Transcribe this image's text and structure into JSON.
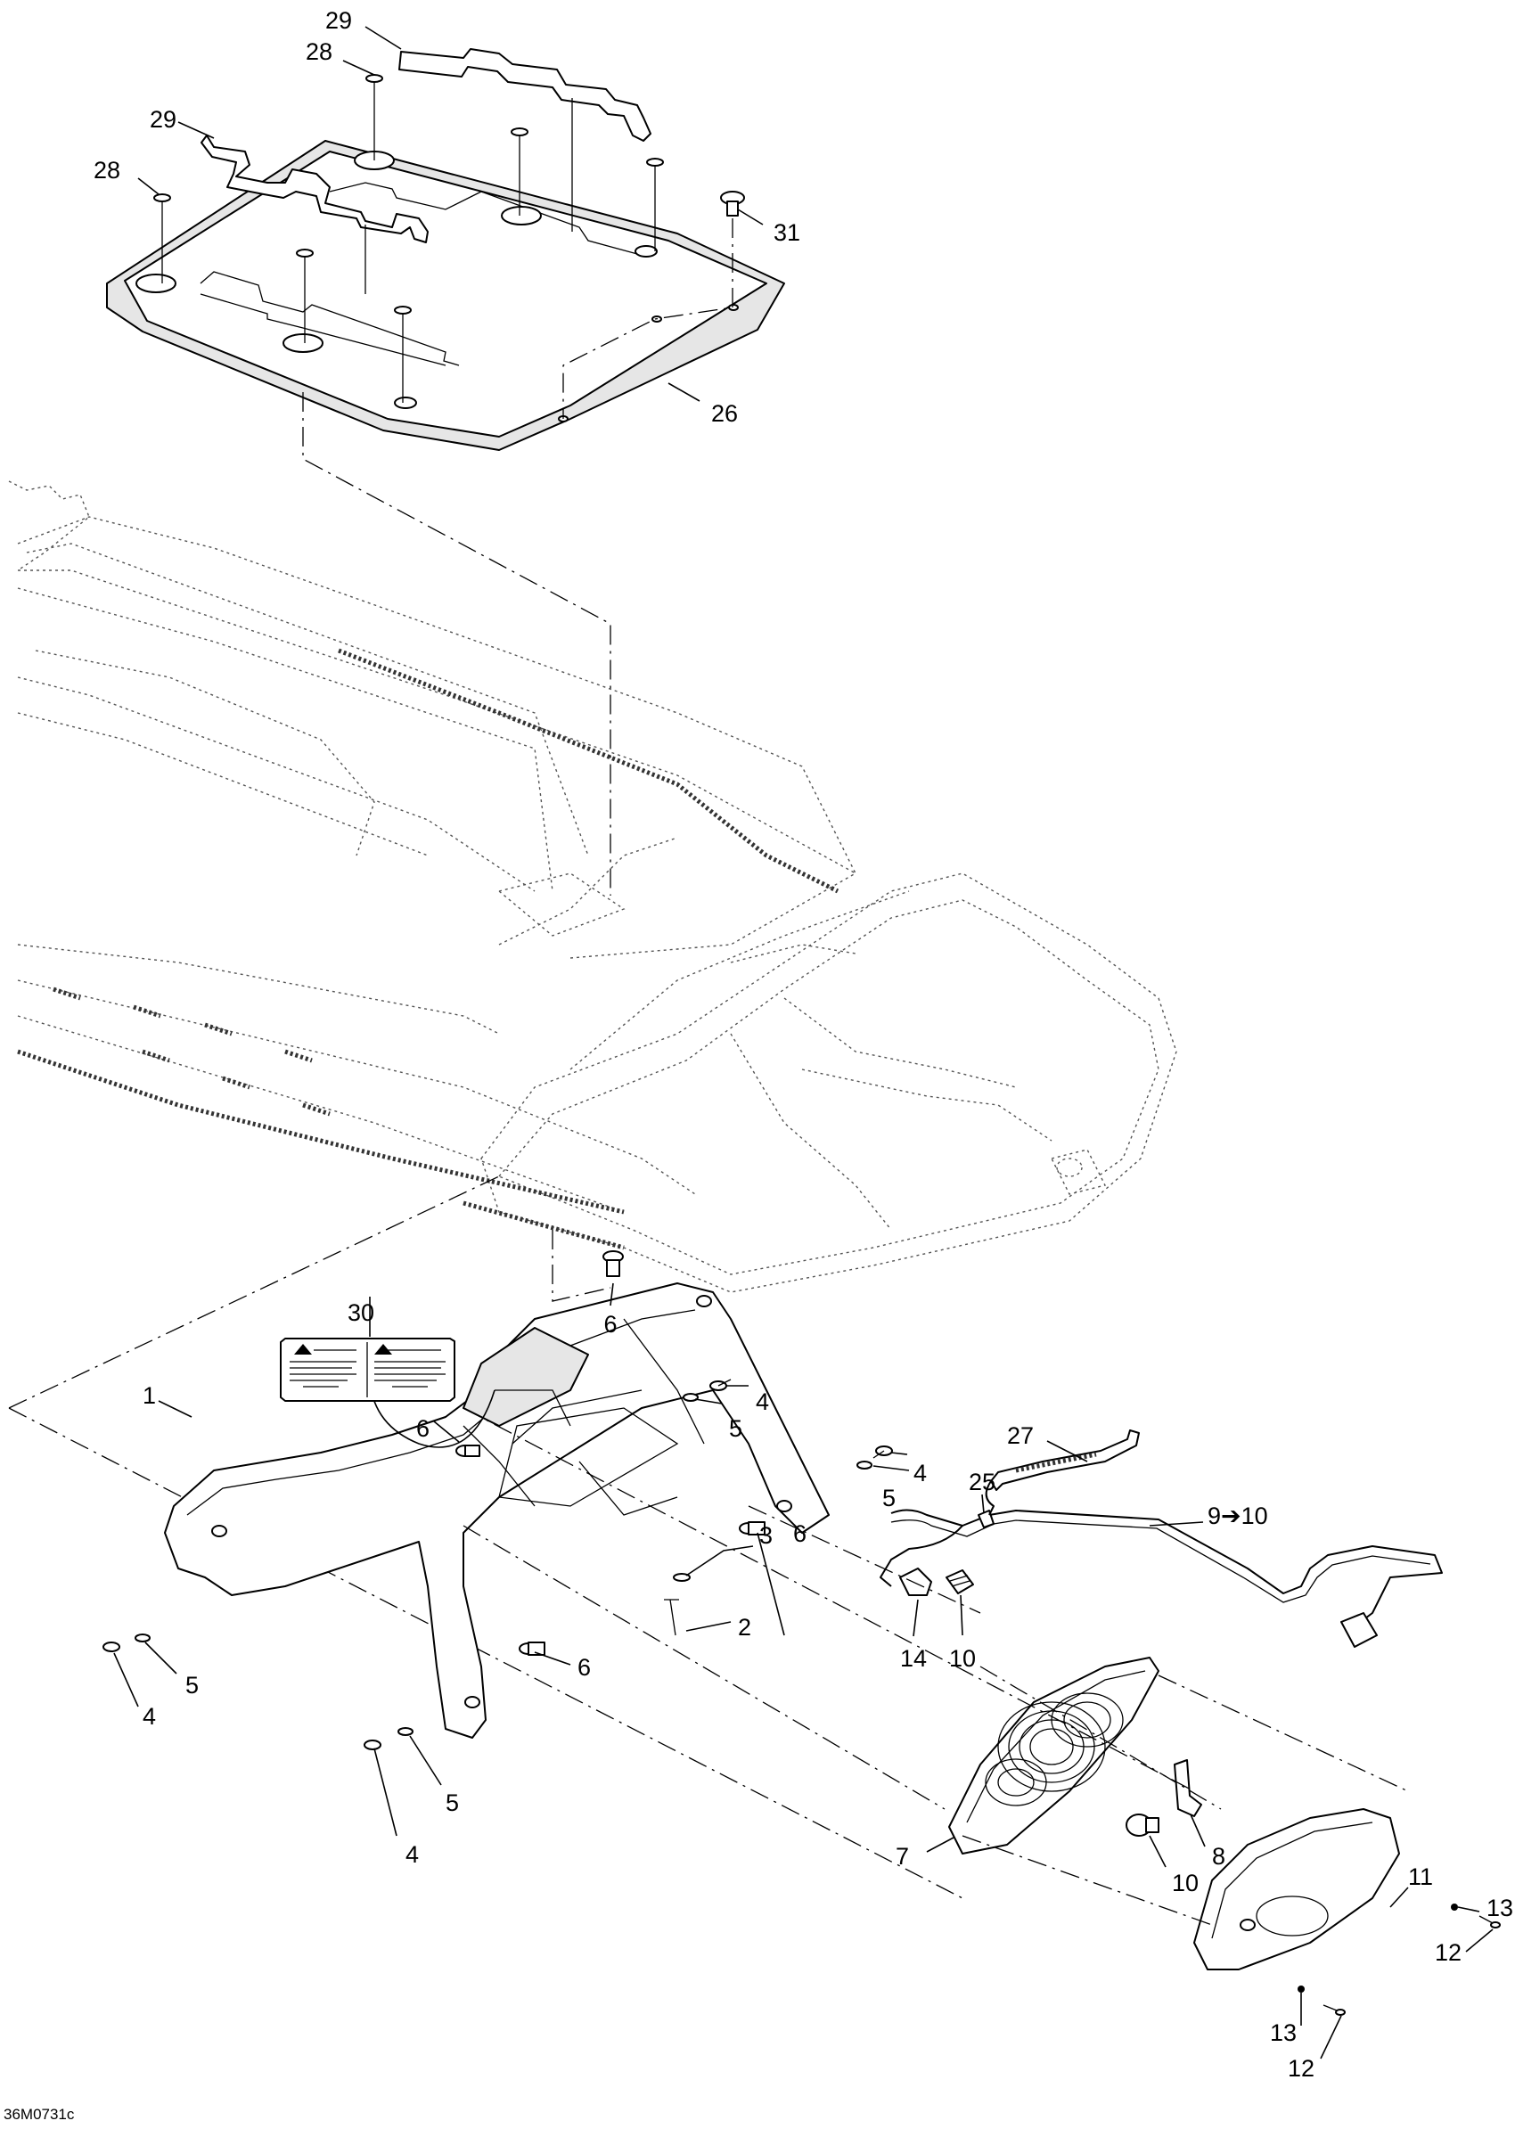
{
  "diagram": {
    "reference_code": "36M0731c",
    "callouts": [
      {
        "id": "c29a",
        "label": "29"
      },
      {
        "id": "c28a",
        "label": "28"
      },
      {
        "id": "c29b",
        "label": "29"
      },
      {
        "id": "c28b",
        "label": "28"
      },
      {
        "id": "c31",
        "label": "31"
      },
      {
        "id": "c26",
        "label": "26"
      },
      {
        "id": "c6a",
        "label": "6"
      },
      {
        "id": "c30",
        "label": "30"
      },
      {
        "id": "c4a",
        "label": "4"
      },
      {
        "id": "c5a",
        "label": "5"
      },
      {
        "id": "c6b",
        "label": "6"
      },
      {
        "id": "c27",
        "label": "27"
      },
      {
        "id": "c4b",
        "label": "4"
      },
      {
        "id": "c5b",
        "label": "5"
      },
      {
        "id": "c3",
        "label": "3"
      },
      {
        "id": "c6c",
        "label": "6"
      },
      {
        "id": "c25",
        "label": "25"
      },
      {
        "id": "c910",
        "label": "9➔10"
      },
      {
        "id": "c1",
        "label": "1"
      },
      {
        "id": "c2",
        "label": "2"
      },
      {
        "id": "c5c",
        "label": "5"
      },
      {
        "id": "c4c",
        "label": "4"
      },
      {
        "id": "c14",
        "label": "14"
      },
      {
        "id": "c10a",
        "label": "10"
      },
      {
        "id": "c6d",
        "label": "6"
      },
      {
        "id": "c5d",
        "label": "5"
      },
      {
        "id": "c4d",
        "label": "4"
      },
      {
        "id": "c11",
        "label": "11"
      },
      {
        "id": "c7",
        "label": "7"
      },
      {
        "id": "c8",
        "label": "8"
      },
      {
        "id": "c10b",
        "label": "10"
      },
      {
        "id": "c13a",
        "label": "13"
      },
      {
        "id": "c12a",
        "label": "12"
      },
      {
        "id": "c13b",
        "label": "13"
      },
      {
        "id": "c12b",
        "label": "12"
      }
    ]
  }
}
